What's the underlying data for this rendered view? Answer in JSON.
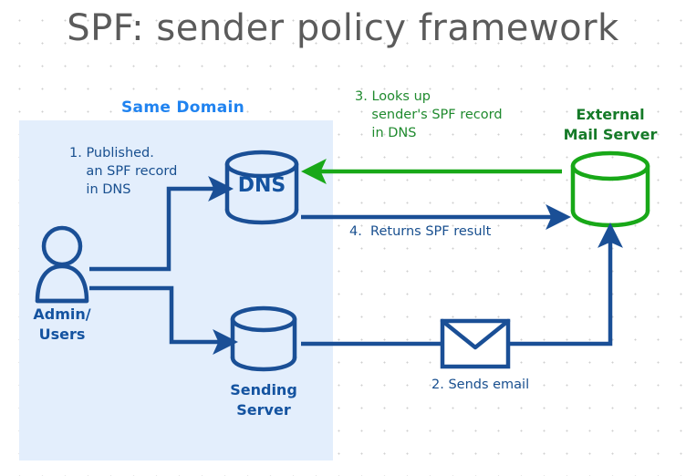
{
  "title": "SPF: sender policy framework",
  "colors": {
    "blue_dark": "#1a4f96",
    "blue_bright": "#2083f0",
    "green": "#18a818",
    "green_text": "#1f8a2e",
    "region_fill": "#e3eefc",
    "title_gray": "#5b5b5b",
    "grid_dot": "#cfcfcf"
  },
  "region": {
    "label": "Same Domain"
  },
  "nodes": {
    "admin": {
      "label": "Admin/\nUsers",
      "icon": "person-icon"
    },
    "dns": {
      "label": "DNS",
      "icon": "database-cylinder-icon"
    },
    "sending_server": {
      "label": "Sending\nServer",
      "icon": "database-cylinder-icon"
    },
    "external_mail_server": {
      "label": "External\nMail Server",
      "icon": "database-cylinder-icon"
    },
    "envelope": {
      "icon": "envelope-icon"
    }
  },
  "steps": [
    {
      "id": "step-1",
      "text": "1. Published.\n    an SPF record\n    in DNS",
      "color": "blue"
    },
    {
      "id": "step-2",
      "text": "2. Sends email",
      "color": "blue"
    },
    {
      "id": "step-3",
      "text": "3. Looks up\n    sender's SPF record\n    in DNS",
      "color": "green"
    },
    {
      "id": "step-4",
      "text": "4.  Returns SPF result",
      "color": "blue"
    }
  ]
}
